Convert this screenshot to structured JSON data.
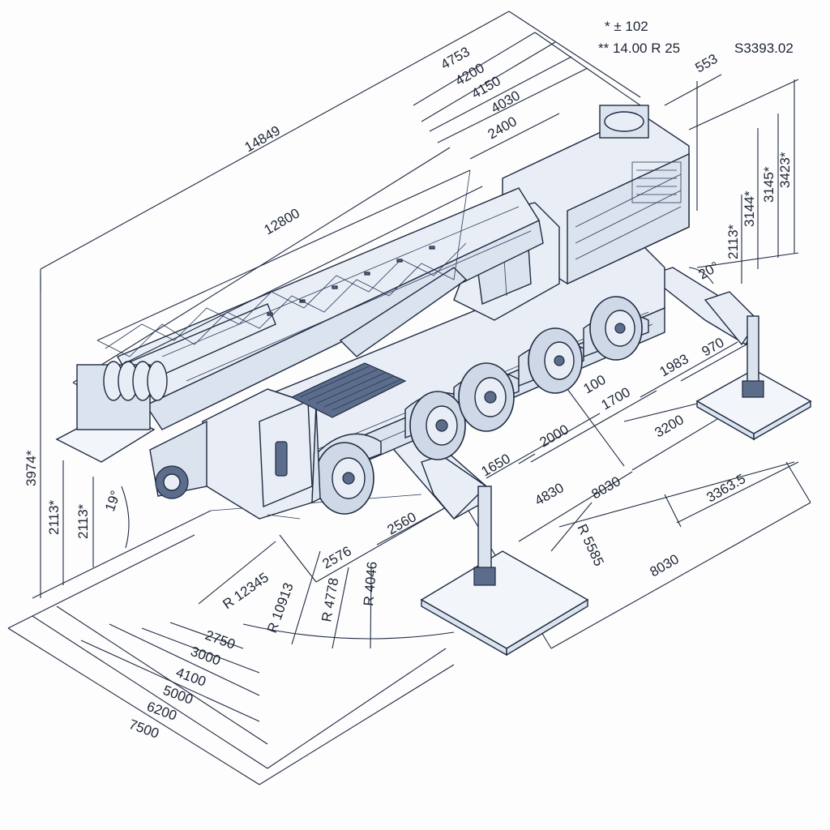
{
  "notes": {
    "note1": "* ± 102",
    "note2": "** 14.00 R 25",
    "drawing_no": "S3393.02"
  },
  "dimensions": {
    "d4753": "4753",
    "d4200": "4200",
    "d4150": "4150",
    "d4030": "4030",
    "d2400": "2400",
    "d553": "553",
    "d14849": "14849",
    "d12800": "12800",
    "d3423": "3423*",
    "d3145": "3145*",
    "d3144": "3144*",
    "d2113_right": "2113*",
    "d20deg": "20°",
    "d970": "970",
    "d1983": "1983",
    "d100": "100",
    "d1700": "1700",
    "d2000": "2000",
    "d3200": "3200",
    "d1650": "1650",
    "d4830": "4830",
    "d8030_upper": "8030",
    "d3363": "3363.5",
    "dR5585": "R 5585",
    "d8030_lower": "8030",
    "d2560": "2560",
    "d2576": "2576",
    "d3974": "3974*",
    "d2113_left_a": "2113*",
    "d2113_left_b": "2113*",
    "d19deg": "19°",
    "dR12345": "R 12345",
    "dR10913": "R 10913",
    "dR4778": "R 4778",
    "dR4046": "R 4046",
    "d2750": "2750",
    "d3000": "3000",
    "d4100": "4100",
    "d5000": "5000",
    "d6200": "6200",
    "d7500": "7500"
  }
}
